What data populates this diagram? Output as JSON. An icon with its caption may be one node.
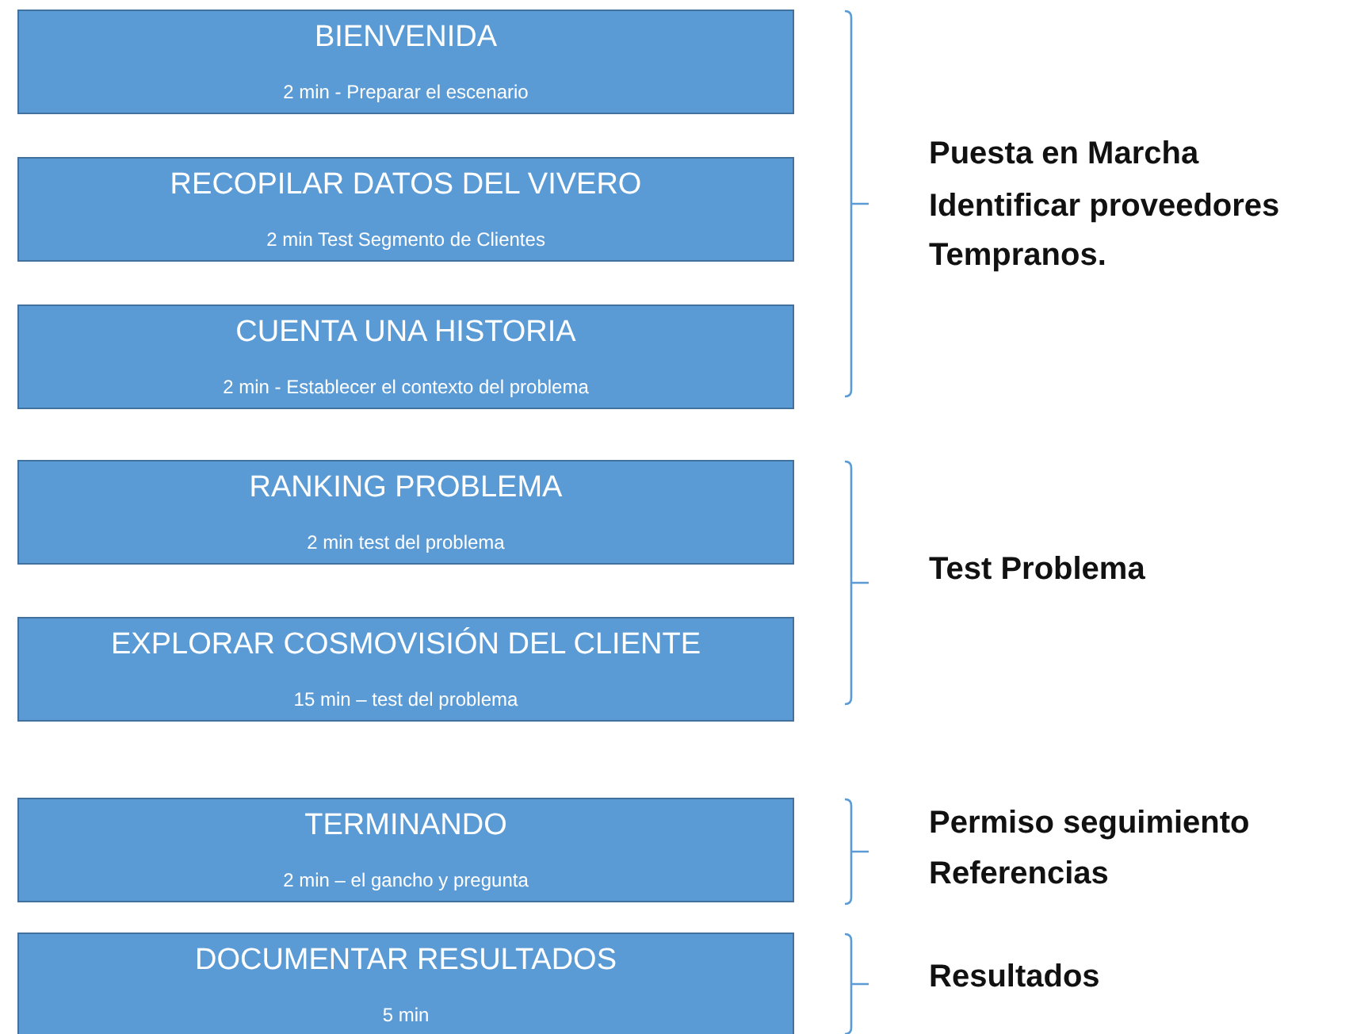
{
  "diagram": {
    "nodes": [
      {
        "text": [
          "BIENVENIDA",
          "2 min - Preparar el escenario"
        ]
      },
      {
        "text": [
          "RECOPILAR DATOS DEL VIVERO",
          "2 min Test Segmento de Clientes"
        ]
      },
      {
        "text": [
          "CUENTA UNA HISTORIA",
          "2  min - Establecer el contexto del problema"
        ]
      },
      {
        "text": [
          "RANKING PROBLEMA",
          "2 min test del problema"
        ]
      },
      {
        "text": [
          "EXPLORAR COSMOVISIÓN DEL CLIENTE",
          "15 min – test del problema"
        ]
      },
      {
        "text": [
          "TERMINANDO",
          "2 min – el gancho y pregunta"
        ]
      },
      {
        "text": [
          "DOCUMENTAR RESULTADOS",
          "5 min"
        ]
      }
    ],
    "labels": [
      "Puesta en Marcha",
      "Identificar proveedores Tempranos.",
      "Test Problema",
      "Permiso seguimiento",
      "Referencias",
      "Resultados"
    ]
  }
}
